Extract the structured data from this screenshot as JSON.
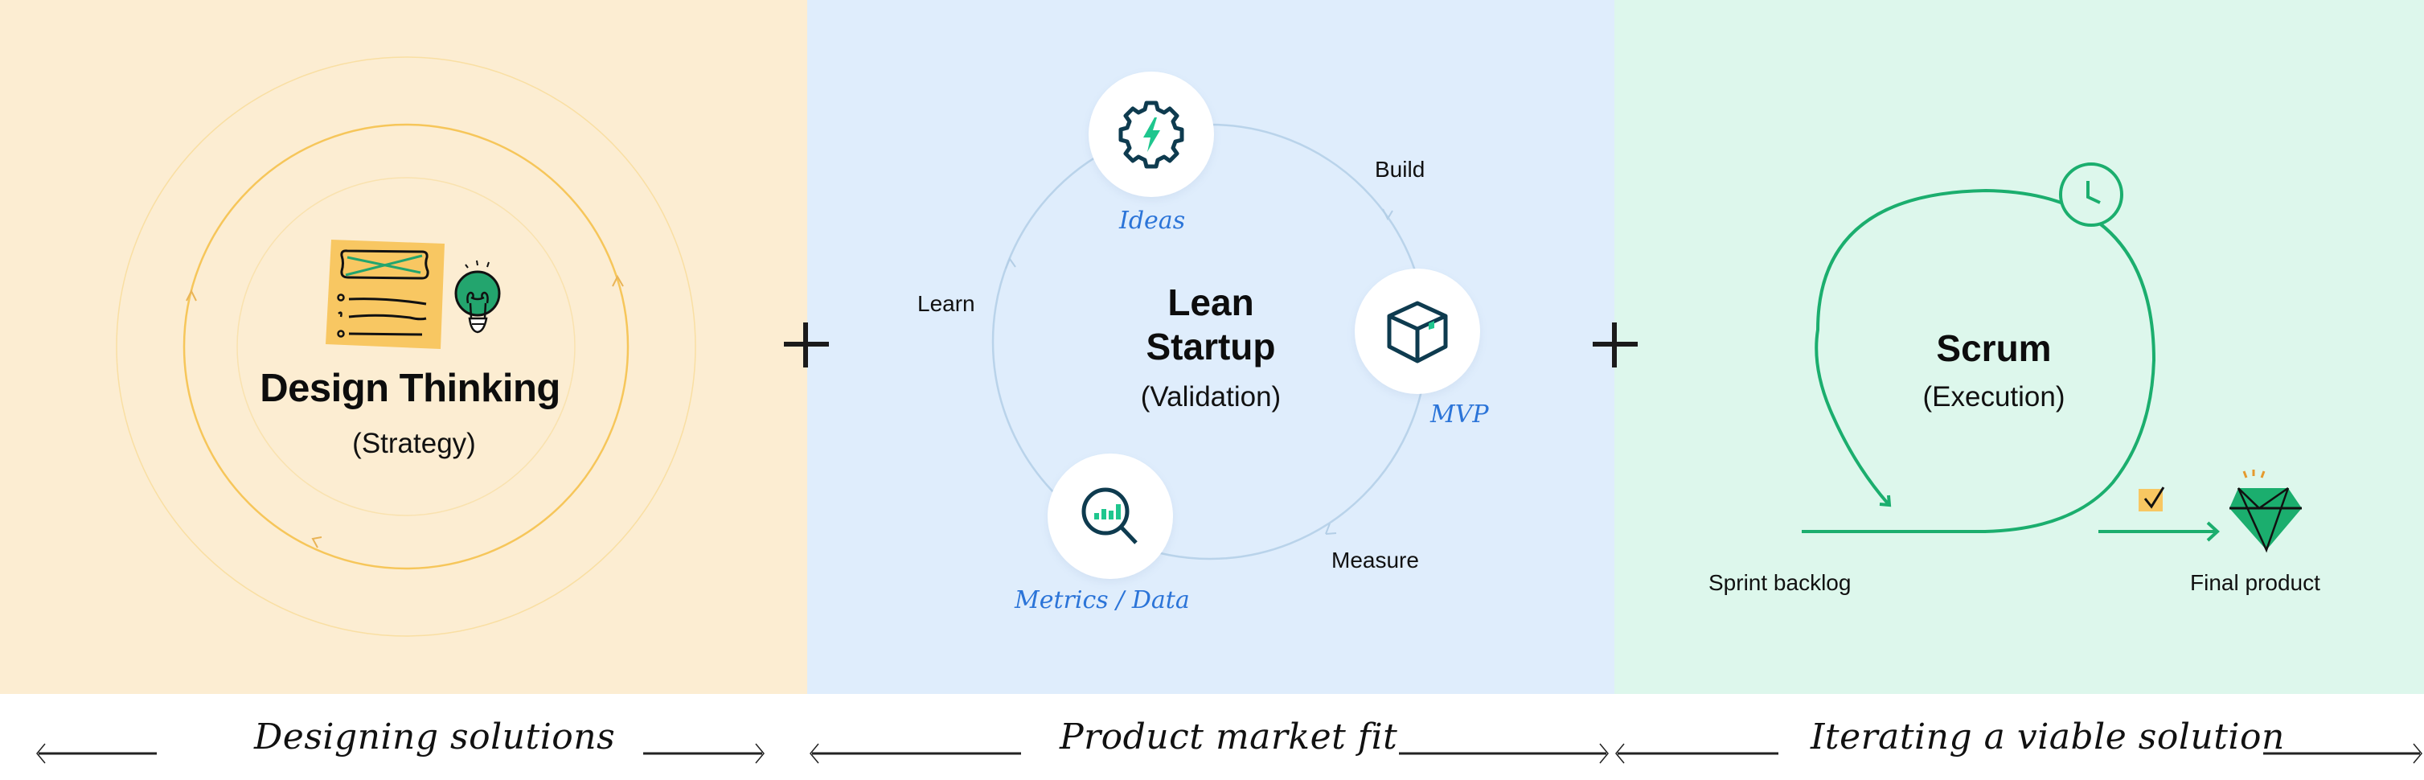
{
  "colors": {
    "design_bg": "#FCEDD2",
    "lean_bg": "#DFEDFC",
    "scrum_bg": "#DDF7EC",
    "design_ring": "#F6C65A",
    "lean_ring": "#B9D3EA",
    "scrum_green": "#1BAE6E",
    "hand_blue": "#2B74D8",
    "icon_navy": "#0E3B4F",
    "icon_teal": "#1FC68E",
    "note_yellow": "#F8C762"
  },
  "design_thinking": {
    "title": "Design Thinking",
    "subtitle": "(Strategy)",
    "icons": [
      "sticky-note-icon",
      "lightbulb-icon"
    ]
  },
  "lean_startup": {
    "title_line1": "Lean",
    "title_line2": "Startup",
    "subtitle": "(Validation)",
    "nodes": [
      {
        "label": "Ideas",
        "icon": "gear-bolt-icon"
      },
      {
        "label": "MVP",
        "icon": "box-icon"
      },
      {
        "label": "Metrics / Data",
        "icon": "magnifier-chart-icon"
      }
    ],
    "edges": [
      {
        "label": "Build"
      },
      {
        "label": "Measure"
      },
      {
        "label": "Learn"
      }
    ]
  },
  "scrum": {
    "title": "Scrum",
    "subtitle": "(Execution)",
    "start_label": "Sprint backlog",
    "end_label": "Final product",
    "icons": [
      "clock-icon",
      "checkbox-icon",
      "diamond-icon"
    ]
  },
  "operators": [
    "+",
    "+"
  ],
  "bottom_band": {
    "sections": [
      {
        "label": "Designing solutions"
      },
      {
        "label": "Product market fit"
      },
      {
        "label": "Iterating a viable solution"
      }
    ]
  }
}
